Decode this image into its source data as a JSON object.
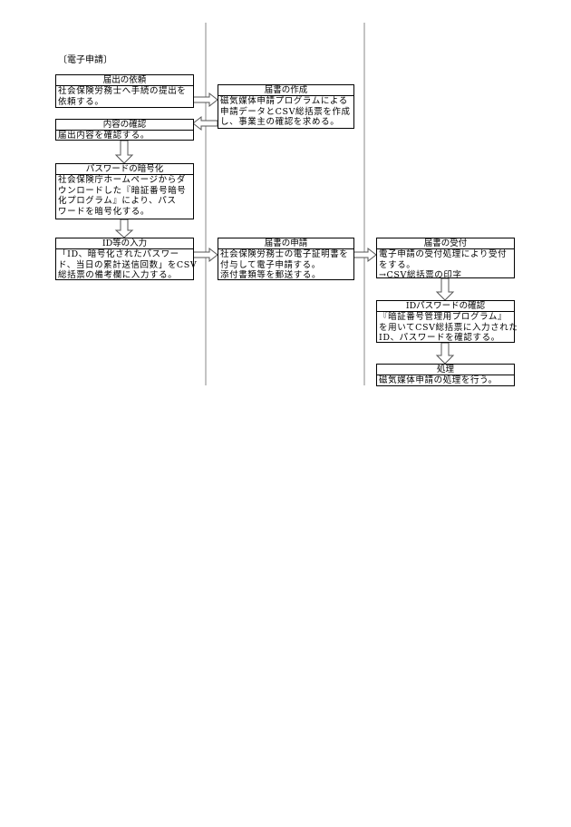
{
  "section_label": "〔電子申請〕",
  "boxes": [
    {
      "title": "届出の依頼",
      "body": [
        "社会保険労務士へ手続の提出を",
        "依頼する。"
      ]
    },
    {
      "title": "内容の確認",
      "body": [
        "届出内容を確認する。"
      ]
    },
    {
      "title": "パスワードの暗号化",
      "body": [
        "社会保険庁ホームページからダ",
        "ウンロードした『暗証番号暗号",
        "化プログラム』により、パス",
        "ワードを暗号化する。"
      ]
    },
    {
      "title": "ID等の入力",
      "body": [
        "「ID、暗号化されたパスワー",
        "ド、当日の累計送信回数」をCSV",
        "総括票の備考欄に入力する。"
      ]
    },
    {
      "title": "届書の作成",
      "body": [
        "磁気媒体申請プログラムによる",
        "申請データとCSV総括票を作成",
        "し、事業主の確認を求める。"
      ]
    },
    {
      "title": "届書の申請",
      "body": [
        "社会保険労務士の電子証明書を",
        "付与して電子申請する。",
        "添付書類等を郵送する。"
      ]
    },
    {
      "title": "届書の受付",
      "body": [
        "電子申請の受付処理により受付",
        "をする。",
        "→CSV総括票の印字"
      ]
    },
    {
      "title": "IDパスワードの確認",
      "body": [
        "『暗証番号管理用プログラム』",
        "を用いてCSV総括票に入力された",
        "ID、パスワードを確認する。"
      ]
    },
    {
      "title": "処理",
      "body": [
        "磁気媒体申請の処理を行う。"
      ]
    }
  ]
}
